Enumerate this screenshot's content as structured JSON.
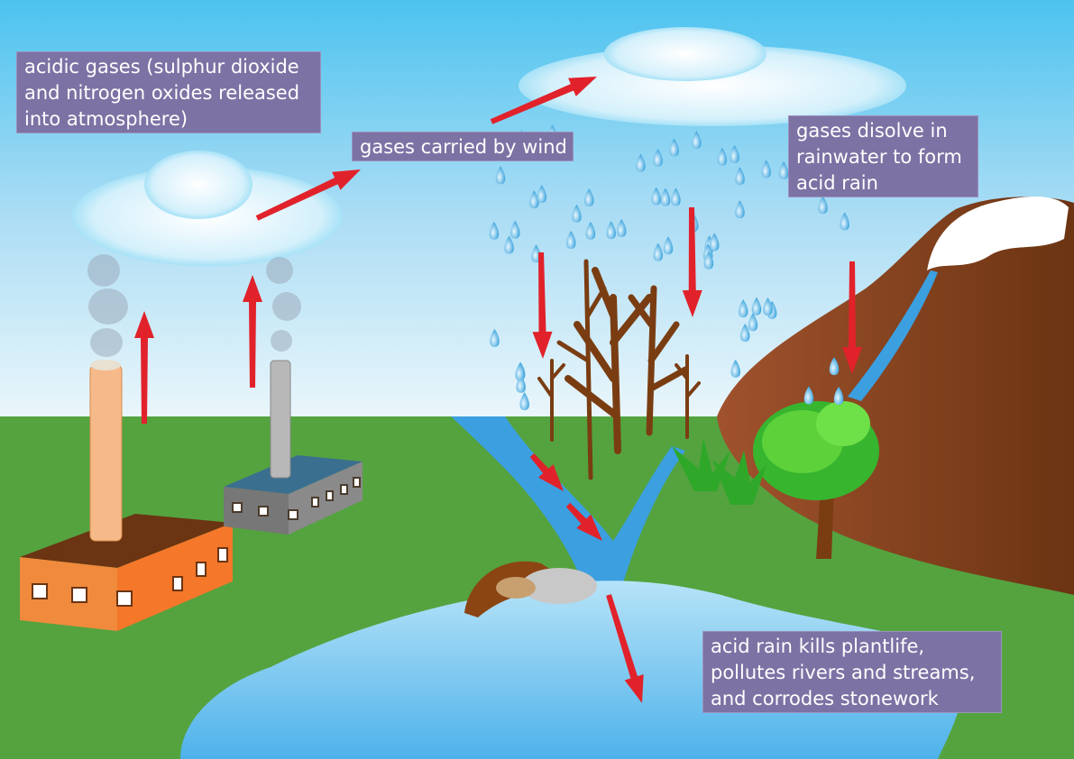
{
  "labels": {
    "emission": [
      "acidic gases (sulphur dioxide",
      "and nitrogen oxides released",
      "into atmosphere)"
    ],
    "wind": [
      "gases carried by wind"
    ],
    "dissolve": [
      "gases disolve in",
      "rainwater to form",
      "acid rain"
    ],
    "effects": [
      "acid rain kills plantlife,",
      "pollutes rivers and streams,",
      "and corrodes stonework"
    ]
  },
  "colors": {
    "label_bg": "#7d72a4",
    "arrow": "#e1222b",
    "grass": "#54a33f",
    "water": "#3b9fe0",
    "mountain": "#8b4513"
  }
}
